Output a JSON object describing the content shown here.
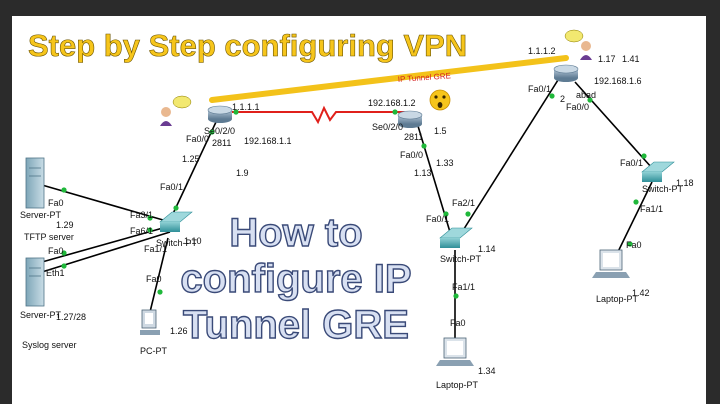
{
  "title": "Step by Step configuring VPN",
  "overlay_lines": [
    "How to",
    "configure IP",
    "Tunnel GRE"
  ],
  "tunnel_label": "IP Tunnel GRE",
  "colors": {
    "title": "#f6c51b",
    "tunnel_line": "#f3c21a",
    "serial_link": "#e0201b",
    "cable": "#000000",
    "port_dot": "#1fb83a",
    "frame": "#2b2b2b"
  },
  "labels": {
    "r1_ip": "1.1.1.1",
    "r1_fa": "Fa0/0",
    "r1_se": "Se0/2/0",
    "r1_model": "2811",
    "r1_net": "192.168.1.1",
    "ip_125": "1.25",
    "ip_19": "1.9",
    "r2_ip": "192.168.1.2",
    "r2_se": "Se0/2/0",
    "r2_model": "2811",
    "ip_15": "1.5",
    "r2_fa": "Fa0/0",
    "ip_133": "1.33",
    "ip_113": "1.13",
    "r3_ip": "1.1.1.2",
    "ip_117": "1.17",
    "ip_141": "1.41",
    "r3_net": "192.168.1.6",
    "r3_fa1": "Fa0/1",
    "r3_fa0": "Fa0/0",
    "r3_name": "abad",
    "r3_2": "2",
    "sw1_fa01": "Fa0/1",
    "sw1_fa31": "Fa3/1",
    "sw1_fa61": "Fa6/1",
    "sw1_fa11": "Fa1/1",
    "sw1_name": "Switch-PT",
    "sw1_ip": "1.10",
    "sw1_fa0": "Fa0",
    "srv1_fa0": "Fa0",
    "srv1_name": "Server-PT",
    "srv1_ip": "1.29",
    "tftp": "TFTP server",
    "srv2_fa0": "Fa0",
    "srv2_eth1": "Eth1",
    "srv2_name": "Server-PT",
    "srv2_ip": "1.27/28",
    "syslog": "Syslog server",
    "pc_name": "PC-PT",
    "pc_ip": "1.26",
    "sw2_fa01": "Fa0/1",
    "sw2_fa21": "Fa2/1",
    "sw2_name": "Switch-PT",
    "sw2_ip": "1.14",
    "sw2_fa11": "Fa1/1",
    "lap1_fa0": "Fa0",
    "lap1_name": "Laptop-PT",
    "lap1_ip": "1.34",
    "sw3_fa01": "Fa0/1",
    "sw3_name": "Switch-PT",
    "sw3_ip": "1.18",
    "sw3_fa11": "Fa1/1",
    "lap2_fa0": "Fa0",
    "lap2_name": "Laptop-PT",
    "lap2_ip": "1.42"
  }
}
